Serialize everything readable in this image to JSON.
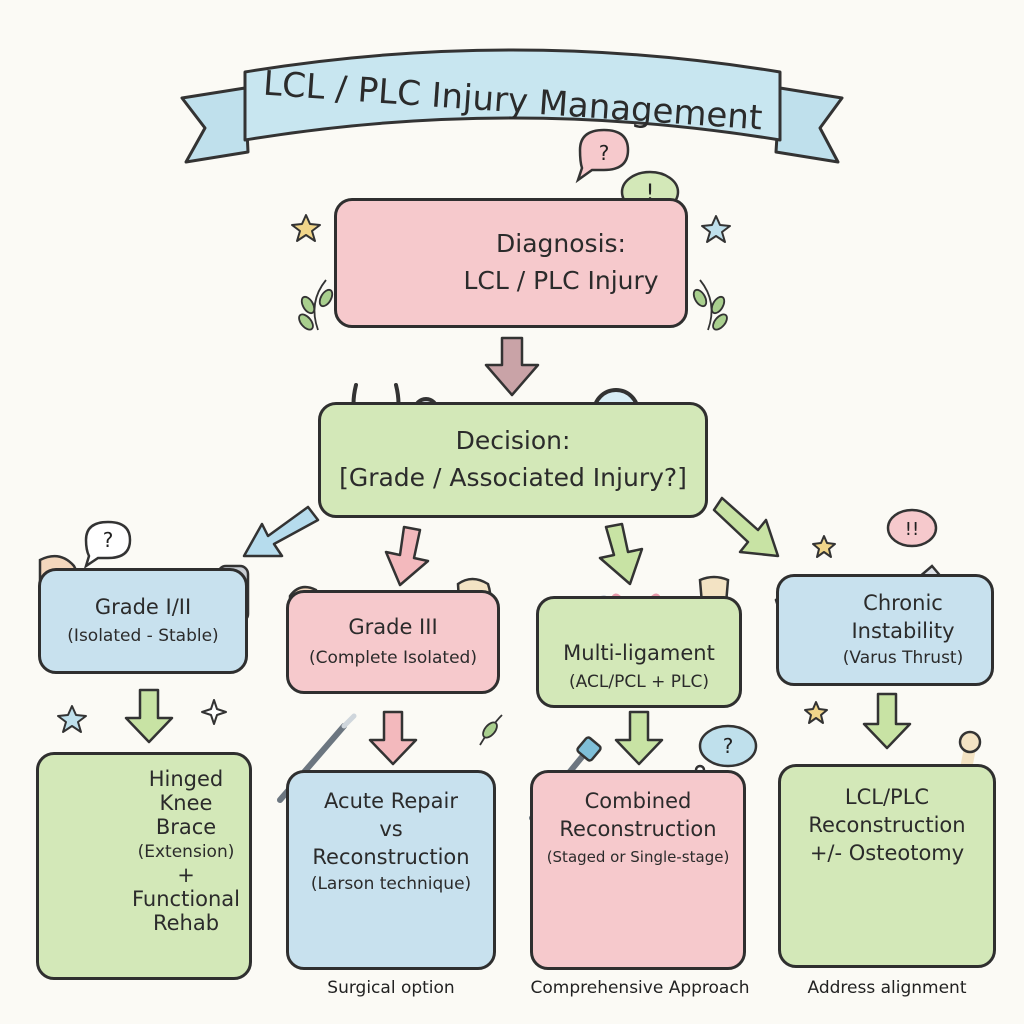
{
  "title": "LCL / PLC Injury Management",
  "diagnosis": {
    "line1": "Diagnosis:",
    "line2": "LCL / PLC Injury"
  },
  "decision": {
    "line1": "Decision:",
    "line2": "[Grade / Associated Injury?]"
  },
  "categories": [
    {
      "line1": "Grade I/II",
      "line2": "(Isolated - Stable)"
    },
    {
      "line1": "Grade III",
      "line2": "(Complete Isolated)"
    },
    {
      "line1": "Multi-ligament",
      "line2": "(ACL/PCL + PLC)"
    },
    {
      "line1": "Chronic",
      "line2": "Instability",
      "line3": "(Varus Thrust)"
    }
  ],
  "treatments": [
    {
      "lines": [
        "Hinged Knee",
        "Brace",
        "(Extension)",
        "+",
        "Functional",
        "Rehab"
      ]
    },
    {
      "lines": [
        "Acute Repair",
        "vs",
        "Reconstruction",
        "(Larson technique)"
      ]
    },
    {
      "lines": [
        "Combined",
        "Reconstruction",
        "(Staged or Single-stage)"
      ]
    },
    {
      "lines": [
        "LCL/PLC",
        "Reconstruction",
        "+/- Osteotomy"
      ]
    }
  ],
  "captions": [
    "Surgical option",
    "Comprehensive Approach",
    "Address alignment"
  ],
  "symbols": {
    "question": "?",
    "exclaim": "!",
    "double_exclaim": "!!",
    "plus": "+"
  },
  "colors": {
    "pink": "#f6c9cc",
    "green": "#d3e8b8",
    "blue": "#c8e1ee",
    "ribbon": "#bfe0ec",
    "outline": "#2f2f2f"
  }
}
